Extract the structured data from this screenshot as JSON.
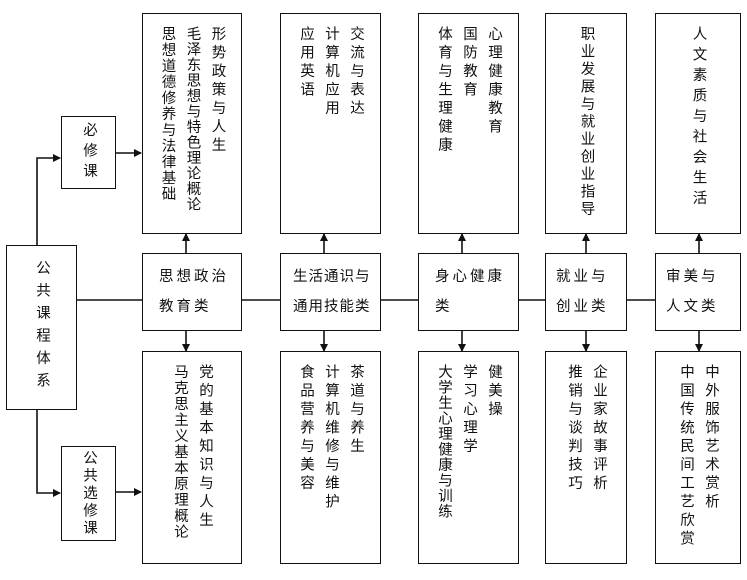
{
  "root": {
    "label": "公共课程体系"
  },
  "branches": {
    "required": "必修课",
    "elective": "公共选修课"
  },
  "categories": [
    {
      "id": "ideology",
      "lines": [
        "思想政治",
        "教育类"
      ],
      "required_courses": [
        "形势政策与人生",
        "毛泽东思想与特色理论概论",
        "思想道德修养与法律基础"
      ],
      "elective_courses": [
        "党的基本知识与人生",
        "马克思主义基本原理概论"
      ]
    },
    {
      "id": "life-skills",
      "lines": [
        "生活通识与",
        "通用技能类"
      ],
      "required_courses": [
        "交流与表达",
        "计算机应用",
        "应用英语"
      ],
      "elective_courses": [
        "茶道与养生",
        "计算机维修与维护",
        "食品营养与美容"
      ]
    },
    {
      "id": "health",
      "lines": [
        "身心健康",
        "类"
      ],
      "required_courses": [
        "心理健康教育",
        "国防教育",
        "体育与生理健康"
      ],
      "elective_courses": [
        "健美操",
        "学习心理学",
        "大学生心理健康与训练"
      ]
    },
    {
      "id": "career",
      "lines": [
        "就业与",
        "创业类"
      ],
      "required_courses": [
        "职业发展与就业创业指导"
      ],
      "elective_courses": [
        "企业家故事评析",
        "推销与谈判技巧"
      ]
    },
    {
      "id": "humanities",
      "lines": [
        "审美与",
        "人文类"
      ],
      "required_courses": [
        "人文素质与社会生活"
      ],
      "elective_courses": [
        "中外服饰艺术赏析",
        "中国传统民间工艺欣赏"
      ]
    }
  ]
}
